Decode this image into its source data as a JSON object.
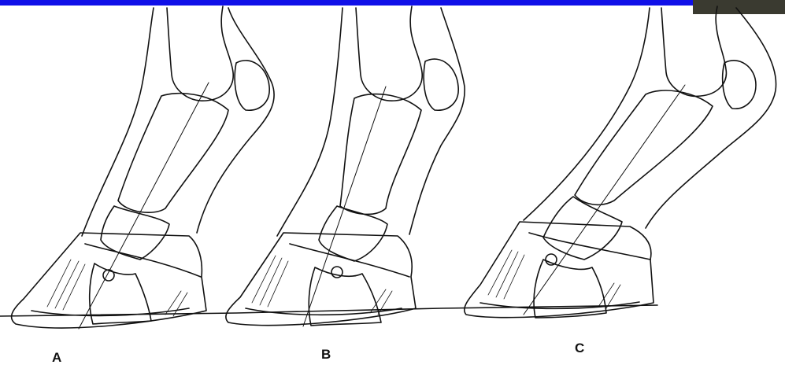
{
  "colors": {
    "top_bar": "#1010e8",
    "line": "#111111",
    "paper": "#ffffff",
    "corner_thumb": "#3a3a30"
  },
  "panels": [
    {
      "id": "A",
      "label": "A"
    },
    {
      "id": "B",
      "label": "B"
    },
    {
      "id": "C",
      "label": "C"
    }
  ]
}
